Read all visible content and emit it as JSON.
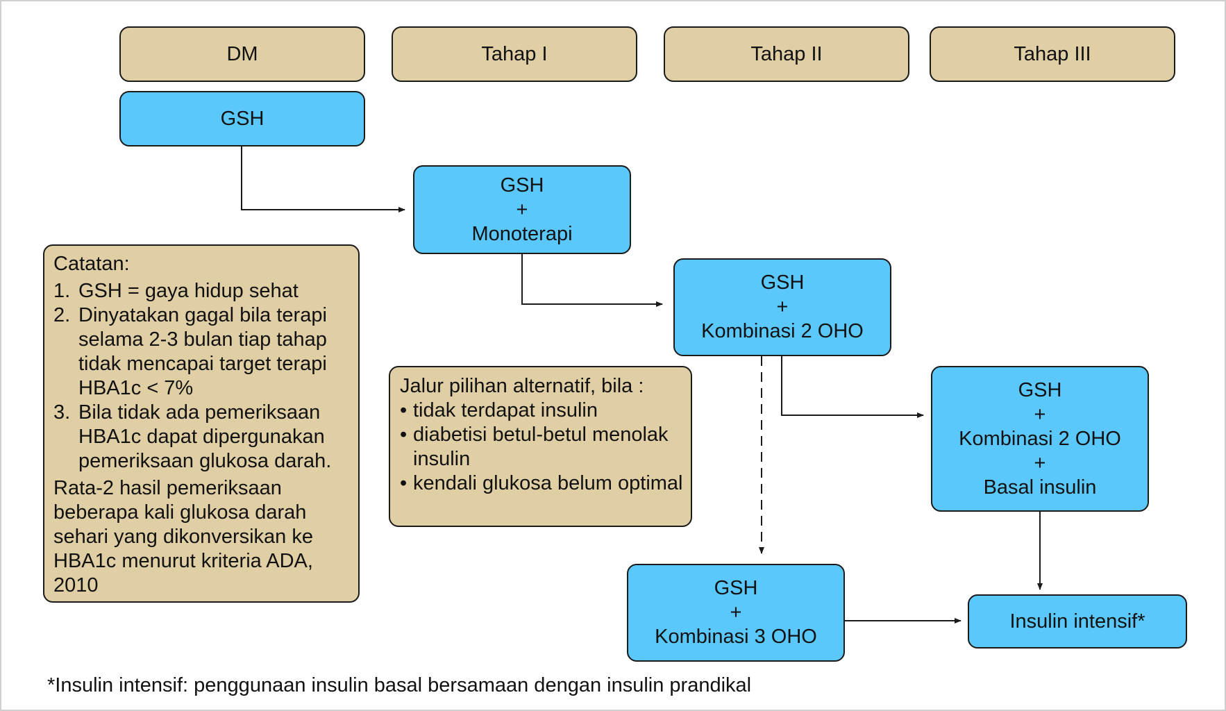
{
  "headers": [
    "DM",
    "Tahap I",
    "Tahap II",
    "Tahap III"
  ],
  "nodes": {
    "gsh_start": {
      "lines": [
        "GSH"
      ]
    },
    "mono": {
      "lines": [
        "GSH",
        "+",
        "Monoterapi"
      ]
    },
    "komb2": {
      "lines": [
        "GSH",
        "+",
        "Kombinasi 2 OHO"
      ]
    },
    "basal": {
      "lines": [
        "GSH",
        "+",
        "Kombinasi 2 OHO",
        "+",
        "Basal insulin"
      ]
    },
    "komb3": {
      "lines": [
        "GSH",
        "+",
        "Kombinasi 3 OHO"
      ]
    },
    "intensif": {
      "lines": [
        "Insulin intensif*"
      ]
    }
  },
  "notes": {
    "title": "Catatan:",
    "items": [
      {
        "num": "1.",
        "text": "GSH = gaya hidup sehat"
      },
      {
        "num": "2.",
        "text": "Dinyatakan gagal bila terapi selama  2-3 bulan tiap tahap tidak mencapai target terapi HBA1c < 7%"
      },
      {
        "num": "3.",
        "text": "Bila tidak ada pemeriksaan HBA1c dapat dipergunakan pemeriksaan glukosa darah."
      }
    ],
    "extra": "Rata-2 hasil pemeriksaan beberapa kali glukosa darah sehari yang dikonversikan ke HBA1c menurut kriteria ADA, 2010"
  },
  "alternative": {
    "title": "Jalur pilihan alternatif, bila :",
    "bullets": [
      "tidak terdapat insulin",
      "diabetisi betul-betul menolak insulin",
      "kendali glukosa belum optimal"
    ]
  },
  "footnote": "*Insulin intensif: penggunaan insulin basal bersamaan dengan insulin prandikal",
  "colors": {
    "header_fill": "#e0cfa5",
    "node_fill": "#5bc8fb",
    "stroke": "#1a1a1a"
  }
}
